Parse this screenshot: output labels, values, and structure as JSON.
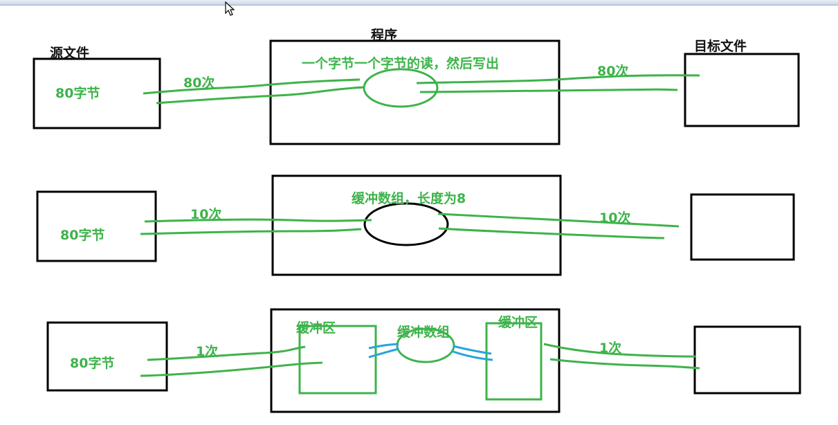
{
  "labels": {
    "source_file": "源文件",
    "program": "程序",
    "target_file": "目标文件",
    "row1": {
      "source_content": "80字节",
      "read_count": "80次",
      "description": "一个字节一个字节的读，然后写出",
      "write_count": "80次"
    },
    "row2": {
      "source_content": "80字节",
      "read_count": "10次",
      "description": "缓冲数组，长度为8",
      "write_count": "10次"
    },
    "row3": {
      "source_content": "80字节",
      "read_count": "1次",
      "buffer_left": "缓冲区",
      "buffer_array": "缓冲数组",
      "buffer_right": "缓冲区",
      "write_count": "1次"
    }
  },
  "colors": {
    "box_stroke": "#000000",
    "green_ink": "#3db34a",
    "blue_ink": "#29a3dd",
    "titlebar": "#c9d5e6"
  }
}
